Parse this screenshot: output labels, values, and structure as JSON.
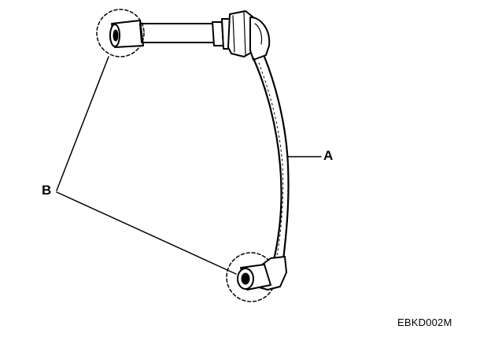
{
  "labels": {
    "a": "A",
    "b": "B"
  },
  "figure_code": "EBKD002M",
  "colors": {
    "line": "#000000",
    "background": "#ffffff"
  }
}
